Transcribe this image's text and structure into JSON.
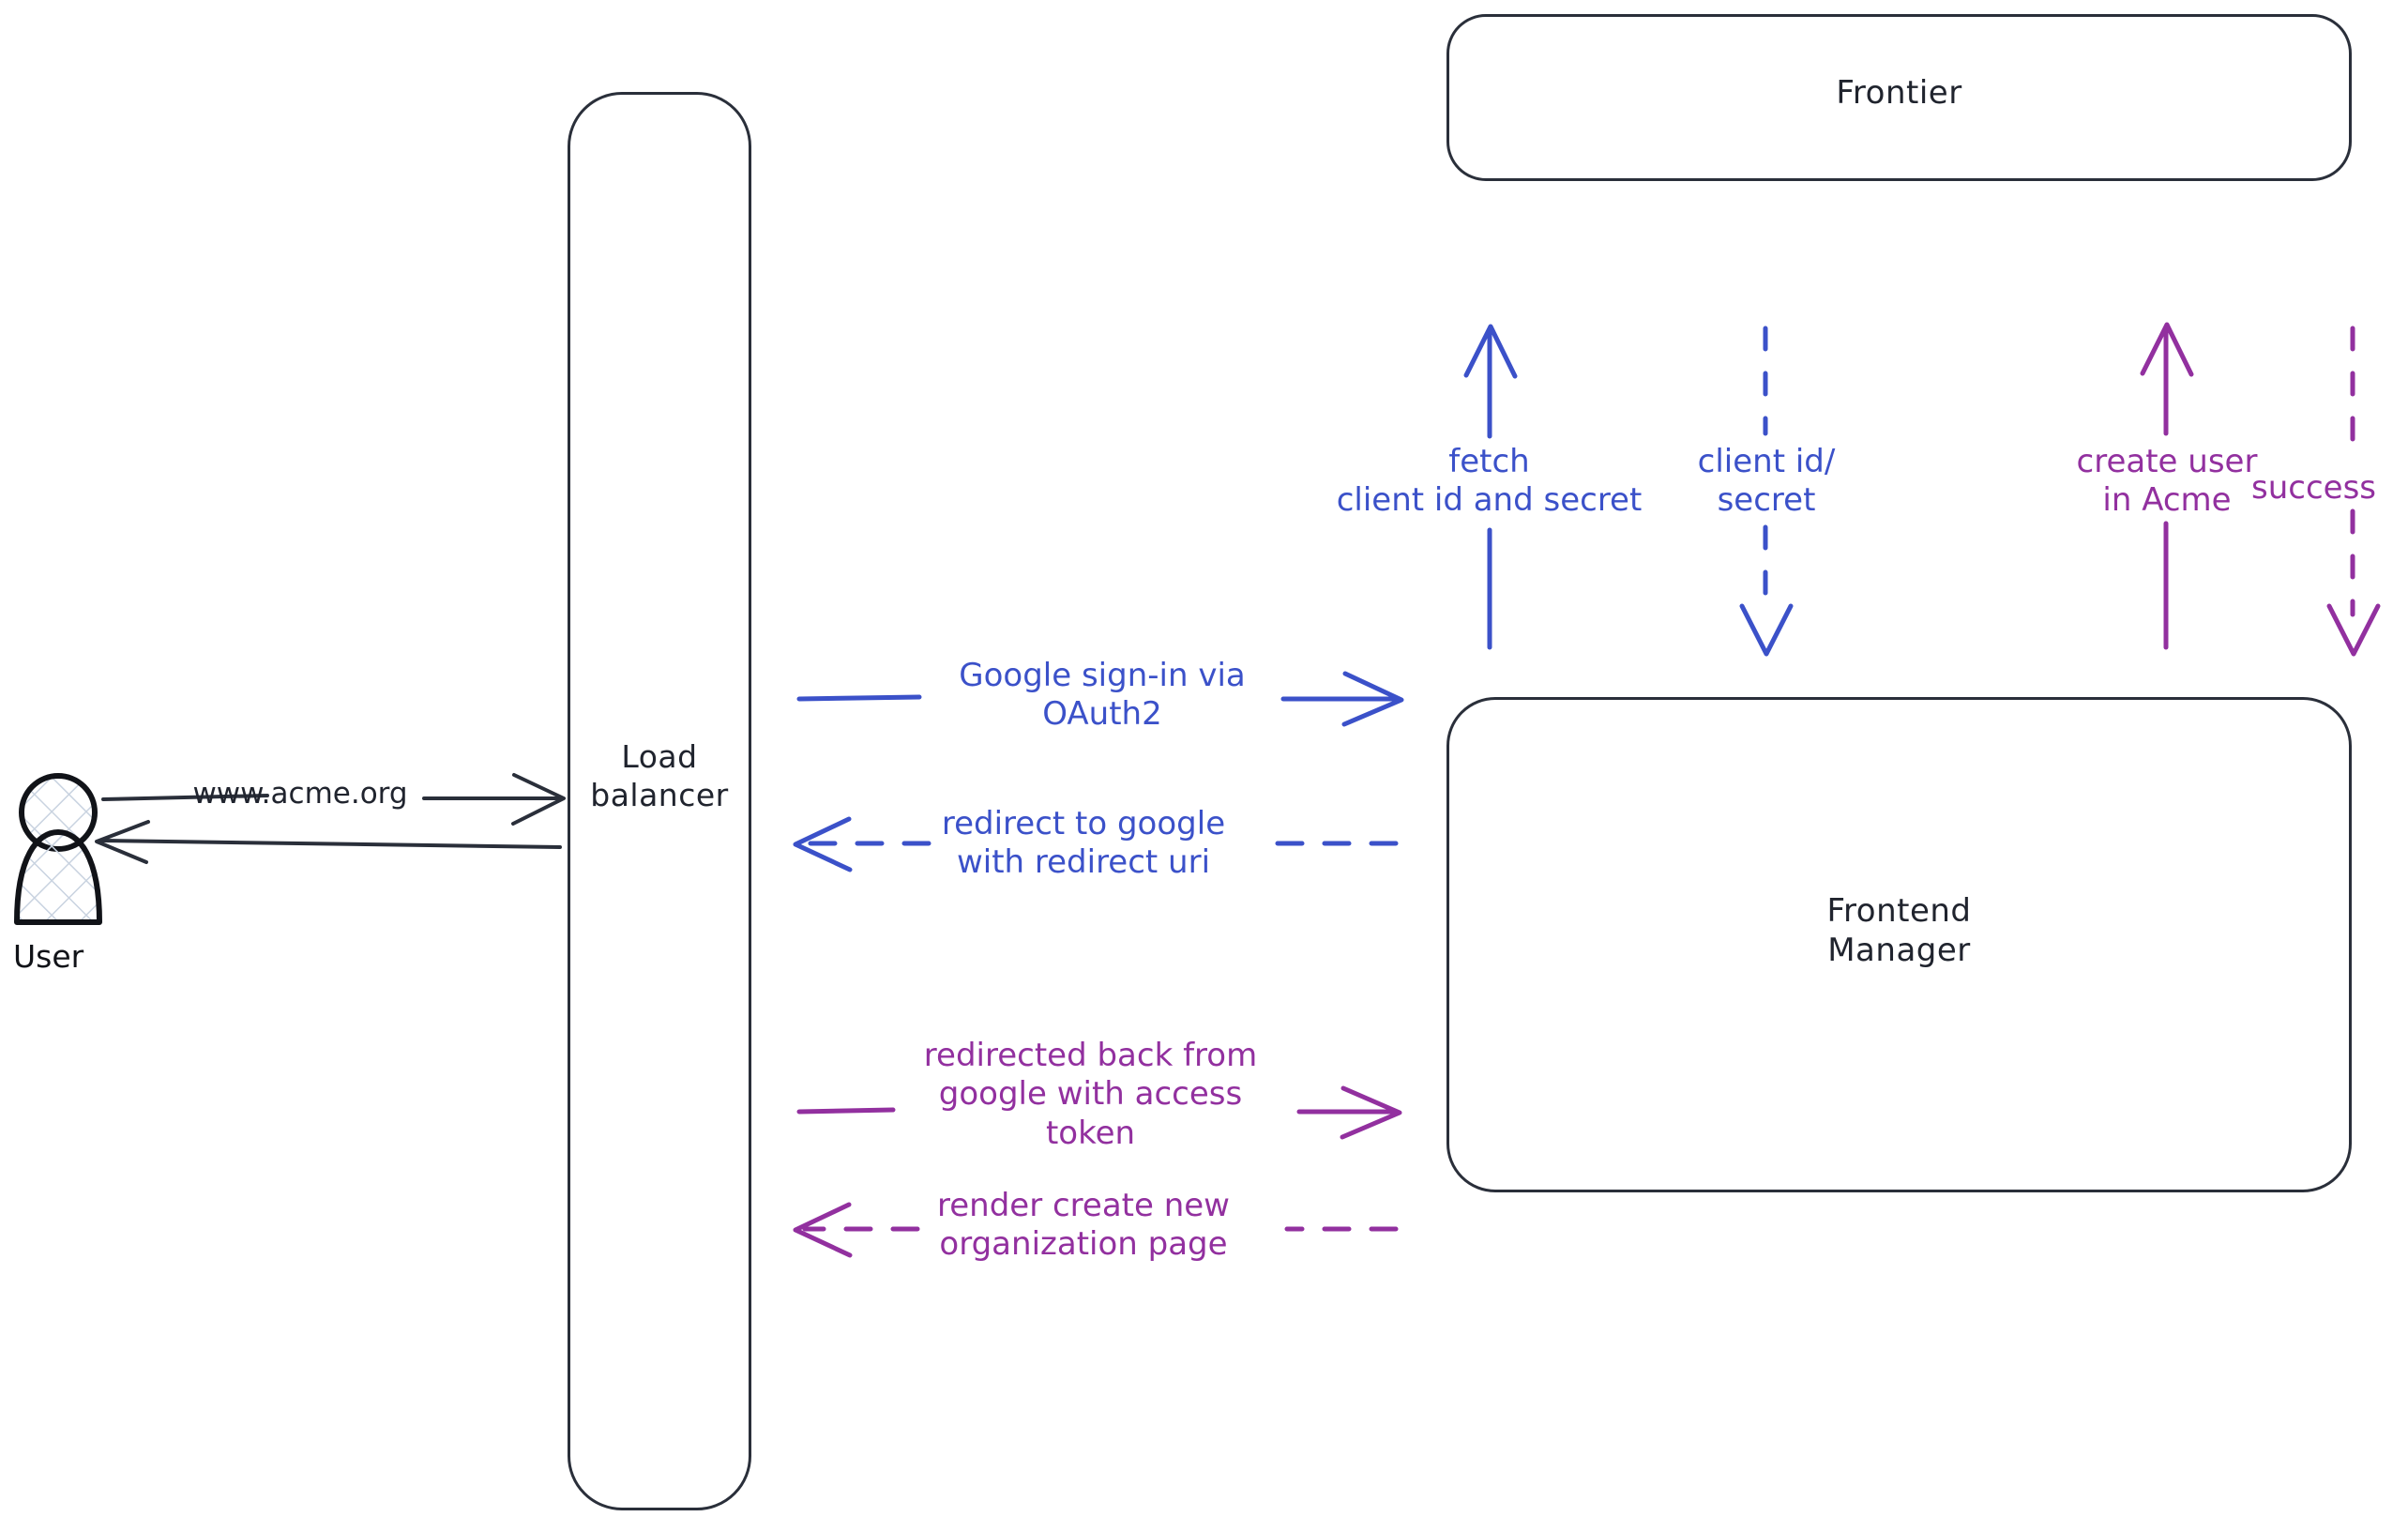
{
  "diagram": {
    "title": "Acme Google OAuth2 sign-in sequence",
    "background": "#ffffff",
    "colors": {
      "stroke_dark": "#2a2f3a",
      "blue": "#3b51c9",
      "purple": "#92309f",
      "actor_fill": "#ffffff",
      "actor_hatch": "#c9d3e0"
    }
  },
  "actors": [
    {
      "id": "user",
      "label": "User",
      "shape": "person"
    }
  ],
  "nodes": [
    {
      "id": "load-balancer",
      "label": "Load\nbalancer",
      "shape": "rounded-rect"
    },
    {
      "id": "frontier",
      "label": "Frontier",
      "shape": "rounded-rect"
    },
    {
      "id": "frontend-manager",
      "label": "Frontend\nManager",
      "shape": "rounded-rect"
    }
  ],
  "edges": [
    {
      "id": "user-to-lb",
      "label": "www.acme.org",
      "color": "#20242e",
      "style": "solid",
      "direction": "right",
      "from": "user",
      "to": "load-balancer"
    },
    {
      "id": "lb-to-user",
      "label": "",
      "color": "#20242e",
      "style": "solid",
      "direction": "left",
      "from": "load-balancer",
      "to": "user"
    },
    {
      "id": "lb-to-fm-signin",
      "label": "Google sign-in via\nOAuth2",
      "color": "#3b51c9",
      "style": "solid",
      "direction": "right",
      "from": "load-balancer",
      "to": "frontend-manager"
    },
    {
      "id": "fm-to-lb-redirect",
      "label": "redirect to google\nwith redirect uri",
      "color": "#3b51c9",
      "style": "dashed",
      "direction": "left",
      "from": "frontend-manager",
      "to": "load-balancer"
    },
    {
      "id": "lb-to-fm-token",
      "label": "redirected back from\ngoogle with access\ntoken",
      "color": "#92309f",
      "style": "solid",
      "direction": "right",
      "from": "load-balancer",
      "to": "frontend-manager"
    },
    {
      "id": "fm-to-lb-render",
      "label": "render create new\norganization page",
      "color": "#92309f",
      "style": "dashed",
      "direction": "left",
      "from": "frontend-manager",
      "to": "load-balancer"
    },
    {
      "id": "fm-to-frontier-fetch",
      "label": "fetch\nclient id and secret",
      "color": "#3b51c9",
      "style": "solid",
      "direction": "up",
      "from": "frontend-manager",
      "to": "frontier"
    },
    {
      "id": "frontier-to-fm-creds",
      "label": "client id/\nsecret",
      "color": "#3b51c9",
      "style": "dashed",
      "direction": "down",
      "from": "frontier",
      "to": "frontend-manager"
    },
    {
      "id": "fm-to-frontier-create",
      "label": "create user\nin Acme",
      "color": "#92309f",
      "style": "solid",
      "direction": "up",
      "from": "frontend-manager",
      "to": "frontier"
    },
    {
      "id": "frontier-to-fm-success",
      "label": "success",
      "color": "#92309f",
      "style": "dashed",
      "direction": "down",
      "from": "frontier",
      "to": "frontend-manager"
    }
  ]
}
